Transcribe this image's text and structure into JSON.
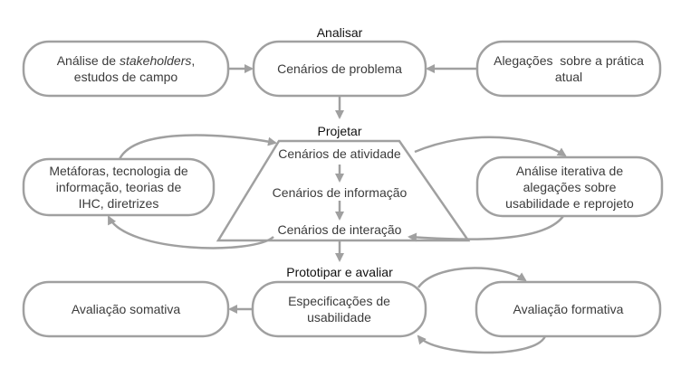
{
  "colors": {
    "stroke": "#a0a0a0",
    "text": "#3b3b3b",
    "heading": "#111111"
  },
  "phases": {
    "analyze": "Analisar",
    "design": "Projetar",
    "prototype": "Prototipar e avaliar"
  },
  "boxes": {
    "stakeholders": {
      "line1_a": "Análise de ",
      "line1_em": "stakeholders",
      "line1_b": ",",
      "line2": "estudos de campo"
    },
    "problem_scenarios": "Cenários de problema",
    "claims_current": {
      "line1": "Alegações  sobre a prática",
      "line2": "atual"
    },
    "metaphors": {
      "line1": "Metáforas, tecnologia de",
      "line2": "informação, teorias de",
      "line3": "IHC, diretrizes"
    },
    "activity_scenarios": "Cenários de atividade",
    "information_scenarios": "Cenários de informação",
    "interaction_scenarios": "Cenários de interação",
    "iterative_analysis": {
      "line1": "Análise iterativa de",
      "line2": "alegações sobre",
      "line3": "usabilidade e reprojeto"
    },
    "summative": "Avaliação somativa",
    "usability_specs": {
      "line1": "Especificações de",
      "line2": "usabilidade"
    },
    "formative": "Avaliação formativa"
  }
}
